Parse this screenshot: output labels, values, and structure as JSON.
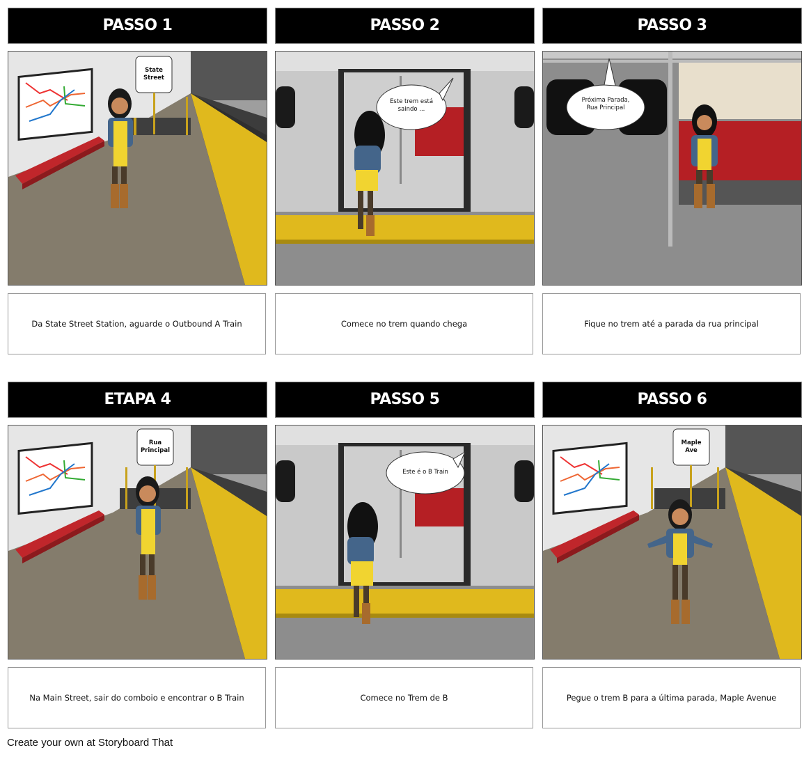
{
  "panels": [
    {
      "title": "PASSO 1",
      "sign": "State\nStreet",
      "bubble": "",
      "desc": "Da State Street Station, aguarde o Outbound A Train"
    },
    {
      "title": "PASSO 2",
      "sign": "",
      "bubble": "Este trem está\nsaindo ...",
      "desc": "Comece no trem quando chega"
    },
    {
      "title": "PASSO 3",
      "sign": "",
      "bubble": "Próxima Parada,\nRua Principal",
      "desc": "Fique no trem até a parada da rua principal"
    },
    {
      "title": "ETAPA 4",
      "sign": "Rua\nPrincipal",
      "bubble": "",
      "desc": "Na Main Street, sair do comboio e encontrar o B Train"
    },
    {
      "title": "PASSO 5",
      "sign": "",
      "bubble": "Este é o B Train",
      "desc": "Comece no Trem de B"
    },
    {
      "title": "PASSO 6",
      "sign": "Maple\nAve",
      "bubble": "",
      "desc": "Pegue o trem B para a última parada, Maple Avenue"
    }
  ],
  "footer": "Create your own at Storyboard That",
  "colors": {
    "title_bg": "#000000",
    "platform_yellow": "#e8c21e",
    "bench_red": "#c0262b",
    "floor": "#847c6c"
  }
}
